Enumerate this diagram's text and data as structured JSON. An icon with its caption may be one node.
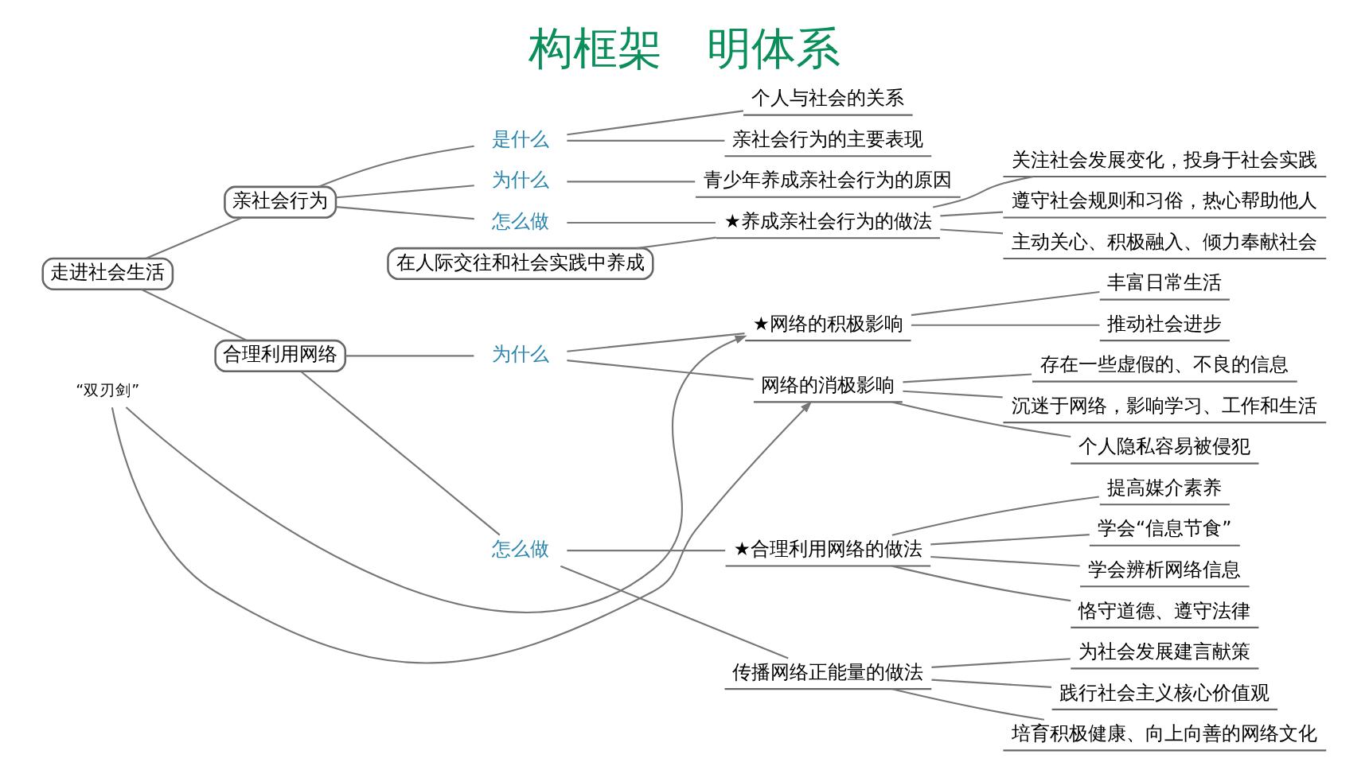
{
  "diagram": {
    "title": "构框架　明体系",
    "nodes": [
      {
        "text": [
          "走进社会生活"
        ]
      },
      {
        "text": [
          "亲社会行为"
        ]
      },
      {
        "text": [
          "是什么"
        ]
      },
      {
        "text": [
          "个人与社会的关系"
        ]
      },
      {
        "text": [
          "亲社会行为的主要表现"
        ]
      },
      {
        "text": [
          "为什么"
        ]
      },
      {
        "text": [
          "青少年养成亲社会行为的原因"
        ]
      },
      {
        "text": [
          "怎么做"
        ]
      },
      {
        "text": [
          "★养成亲社会行为的做法"
        ]
      },
      {
        "text": [
          "关注社会发展变化，投身于社会实践"
        ]
      },
      {
        "text": [
          "遵守社会规则和习俗，热心帮助他人"
        ]
      },
      {
        "text": [
          "主动关心、积极融入、倾力奉献社会"
        ]
      },
      {
        "text": [
          "在人际交往和社会实践中养成"
        ]
      },
      {
        "text": [
          "合理利用网络"
        ]
      },
      {
        "text": [
          "为什么"
        ]
      },
      {
        "text": [
          "★网络的积极影响"
        ]
      },
      {
        "text": [
          "丰富日常生活"
        ]
      },
      {
        "text": [
          "推动社会进步"
        ]
      },
      {
        "text": [
          "“双刃剑”"
        ]
      },
      {
        "text": [
          "网络的消极影响"
        ]
      },
      {
        "text": [
          "存在一些虚假的、不良的信息"
        ]
      },
      {
        "text": [
          "沉迷于网络，影响学习、工作和生活"
        ]
      },
      {
        "text": [
          "个人隐私容易被侵犯"
        ]
      },
      {
        "text": [
          "怎么做"
        ]
      },
      {
        "text": [
          "★合理利用网络的做法"
        ]
      },
      {
        "text": [
          "提高媒介素养"
        ]
      },
      {
        "text": [
          "学会“信息节食”"
        ]
      },
      {
        "text": [
          "学会辨析网络信息"
        ]
      },
      {
        "text": [
          "恪守道德、遵守法律"
        ]
      },
      {
        "text": [
          "传播网络正能量的做法"
        ]
      },
      {
        "text": [
          "为社会发展建言献策"
        ]
      },
      {
        "text": [
          "践行社会主义核心价值观"
        ]
      },
      {
        "text": [
          "培育积极健康、向上向善的网络文化"
        ]
      }
    ],
    "edges": [
      {
        "from": 0,
        "to": 1,
        "arrow": "none"
      },
      {
        "from": 1,
        "to": 2,
        "arrow": "none"
      },
      {
        "from": 2,
        "to": 3,
        "arrow": "none"
      },
      {
        "from": 2,
        "to": 4,
        "arrow": "none"
      },
      {
        "from": 1,
        "to": 5,
        "arrow": "none"
      },
      {
        "from": 5,
        "to": 6,
        "arrow": "none"
      },
      {
        "from": 1,
        "to": 7,
        "arrow": "none"
      },
      {
        "from": 7,
        "to": 8,
        "arrow": "none"
      },
      {
        "from": 8,
        "to": 9,
        "arrow": "none"
      },
      {
        "from": 8,
        "to": 10,
        "arrow": "none"
      },
      {
        "from": 8,
        "to": 11,
        "arrow": "none"
      },
      {
        "from": 12,
        "to": 8,
        "arrow": "none"
      },
      {
        "from": 0,
        "to": 13,
        "arrow": "none"
      },
      {
        "from": 13,
        "to": 14,
        "arrow": "none"
      },
      {
        "from": 14,
        "to": 15,
        "arrow": "none"
      },
      {
        "from": 15,
        "to": 16,
        "arrow": "none"
      },
      {
        "from": 15,
        "to": 17,
        "arrow": "none"
      },
      {
        "from": 18,
        "to": 15,
        "arrow": "to"
      },
      {
        "from": 18,
        "to": 19,
        "arrow": "to"
      },
      {
        "from": 14,
        "to": 19,
        "arrow": "none"
      },
      {
        "from": 19,
        "to": 20,
        "arrow": "none"
      },
      {
        "from": 19,
        "to": 21,
        "arrow": "none"
      },
      {
        "from": 19,
        "to": 22,
        "arrow": "none"
      },
      {
        "from": 13,
        "to": 23,
        "arrow": "none"
      },
      {
        "from": 23,
        "to": 24,
        "arrow": "none"
      },
      {
        "from": 24,
        "to": 25,
        "arrow": "none"
      },
      {
        "from": 24,
        "to": 26,
        "arrow": "none"
      },
      {
        "from": 24,
        "to": 27,
        "arrow": "none"
      },
      {
        "from": 24,
        "to": 28,
        "arrow": "none"
      },
      {
        "from": 23,
        "to": 29,
        "arrow": "none"
      },
      {
        "from": 29,
        "to": 30,
        "arrow": "none"
      },
      {
        "from": 29,
        "to": 31,
        "arrow": "none"
      },
      {
        "from": 29,
        "to": 32,
        "arrow": "none"
      }
    ]
  }
}
